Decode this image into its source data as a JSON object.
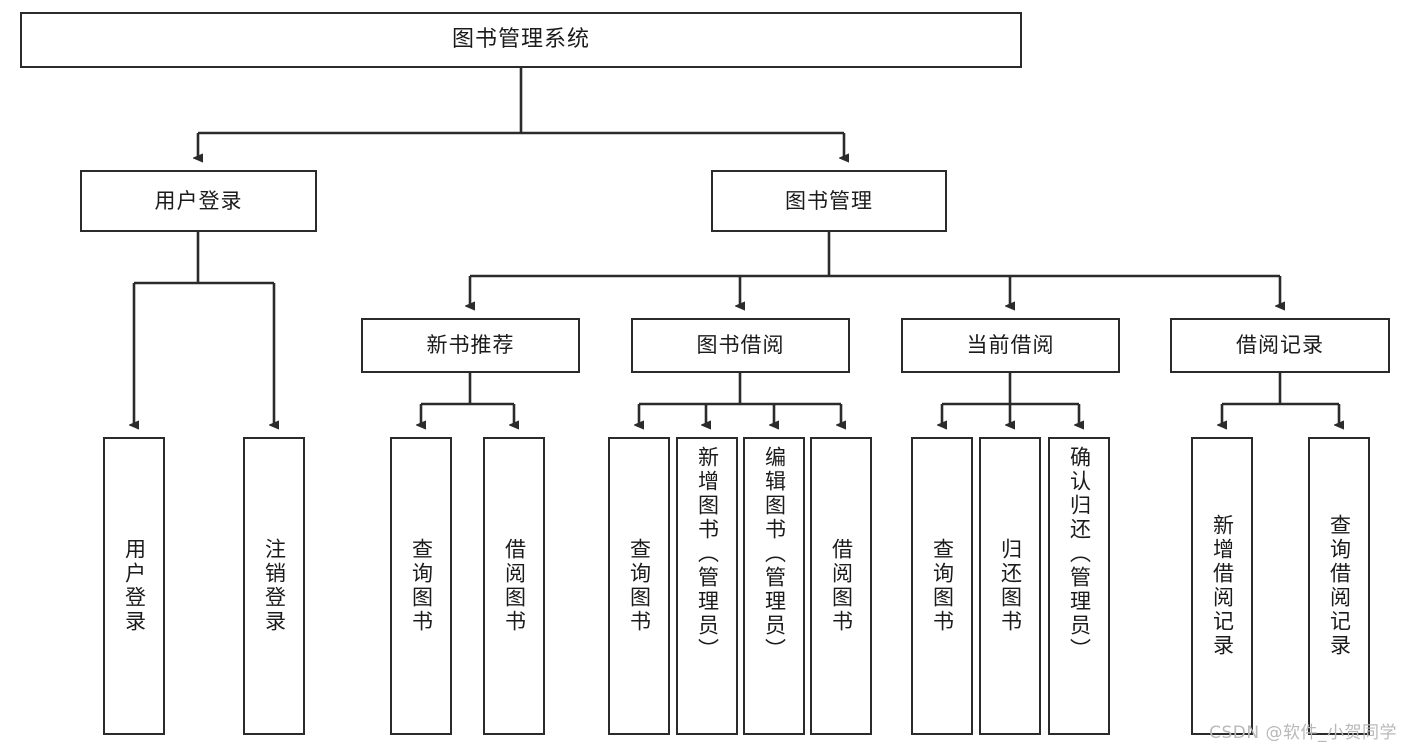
{
  "diagram": {
    "title": "图书管理系统",
    "type": "功能结构图",
    "root": {
      "label": "图书管理系统"
    },
    "level1": [
      {
        "label": "用户登录"
      },
      {
        "label": "图书管理"
      }
    ],
    "level2": [
      {
        "label": "新书推荐"
      },
      {
        "label": "图书借阅"
      },
      {
        "label": "当前借阅"
      },
      {
        "label": "借阅记录"
      }
    ],
    "leaves": {
      "user_login": [
        {
          "label": "用户登录"
        },
        {
          "label": "注销登录"
        }
      ],
      "new_book_recommend": [
        {
          "label": "查询图书"
        },
        {
          "label": "借阅图书"
        }
      ],
      "book_borrow": [
        {
          "label": "查询图书"
        },
        {
          "label": "新增图书（管理员）"
        },
        {
          "label": "编辑图书（管理员）"
        },
        {
          "label": "借阅图书"
        }
      ],
      "current_borrow": [
        {
          "label": "查询图书"
        },
        {
          "label": "归还图书"
        },
        {
          "label": "确认归还（管理员）"
        }
      ],
      "borrow_record": [
        {
          "label": "新增借阅记录"
        },
        {
          "label": "查询借阅记录"
        }
      ]
    }
  },
  "watermark": {
    "text": "CSDN @软件_小贺同学"
  },
  "colors": {
    "stroke": "#2b2b2b",
    "fill": "#ffffff",
    "text": "#1b1b1b",
    "watermark": "#b9b9b9"
  }
}
